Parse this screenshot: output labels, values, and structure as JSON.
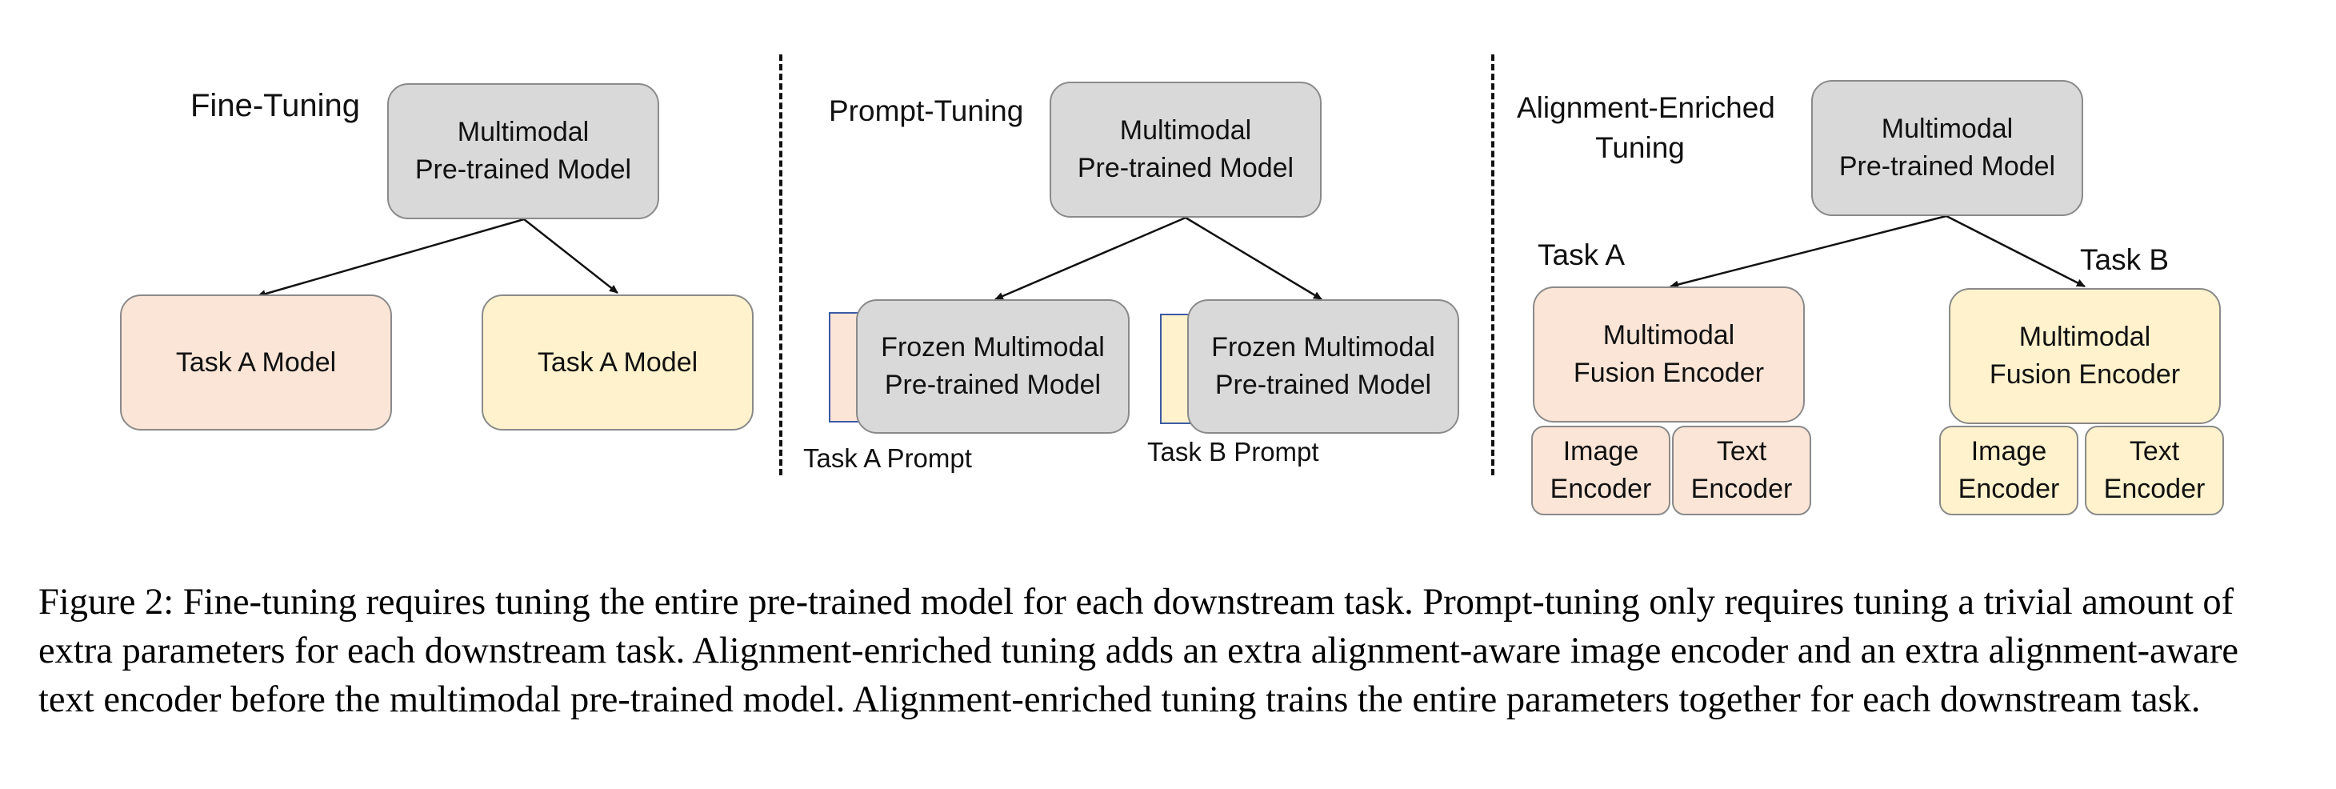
{
  "panels": {
    "fine_tuning": {
      "title": "Fine-Tuning",
      "model": [
        "Multimodal",
        "Pre-trained Model"
      ],
      "task_left": "Task A Model",
      "task_right": "Task A Model"
    },
    "prompt_tuning": {
      "title": "Prompt-Tuning",
      "model": [
        "Multimodal",
        "Pre-trained Model"
      ],
      "frozen_left": [
        "Frozen Multimodal",
        "Pre-trained Model"
      ],
      "frozen_right": [
        "Frozen Multimodal",
        "Pre-trained Model"
      ],
      "prompt_left": "Task A Prompt",
      "prompt_right": "Task B Prompt"
    },
    "alignment_tuning": {
      "title": [
        "Alignment-Enriched",
        "Tuning"
      ],
      "model": [
        "Multimodal",
        "Pre-trained Model"
      ],
      "task_a_label": "Task A",
      "task_b_label": "Task B",
      "fusion_left": [
        "Multimodal",
        "Fusion Encoder"
      ],
      "fusion_right": [
        "Multimodal",
        "Fusion Encoder"
      ],
      "image_encoder_left": [
        "Image",
        "Encoder"
      ],
      "text_encoder_left": [
        "Text",
        "Encoder"
      ],
      "image_encoder_right": [
        "Image",
        "Encoder"
      ],
      "text_encoder_right": [
        "Text",
        "Encoder"
      ]
    }
  },
  "caption": "Figure 2: Fine-tuning requires tuning the entire pre-trained model for each downstream task. Prompt-tuning only requires tuning a trivial amount of extra parameters for each downstream task. Alignment-enriched tuning adds an extra alignment-aware image encoder and an extra alignment-aware text encoder before the multimodal pre-trained model. Alignment-enriched tuning trains the entire parameters together for each downstream task.",
  "colors": {
    "model_gray": "#d9d9d9",
    "task_a_peach": "#fbe5d6",
    "task_b_yellow": "#fff2cc",
    "border_gray": "#8a8a8a",
    "prompt_border_blue": "#3b5ba5"
  }
}
